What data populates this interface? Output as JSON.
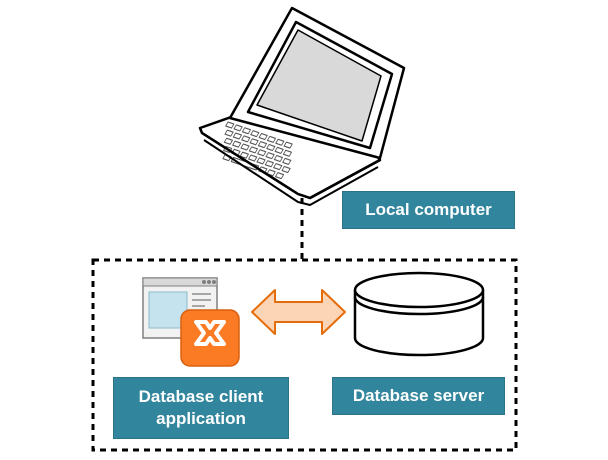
{
  "diagram": {
    "local_computer": {
      "label": "Local computer",
      "icon": "laptop-icon"
    },
    "client_app": {
      "label_line1": "Database client",
      "label_line2": "application",
      "icon": "xampp-app-icon"
    },
    "server": {
      "label": "Database server",
      "icon": "database-cylinder-icon"
    },
    "connection": {
      "icon": "double-arrow-icon"
    },
    "colors": {
      "label_bg": "#31859c",
      "label_text": "#ffffff",
      "arrow_fill": "#fbd5b5",
      "arrow_stroke": "#e46c0a",
      "xampp_orange": "#fb7a24",
      "window_blue": "#dbeef4",
      "outline": "#000000"
    }
  }
}
